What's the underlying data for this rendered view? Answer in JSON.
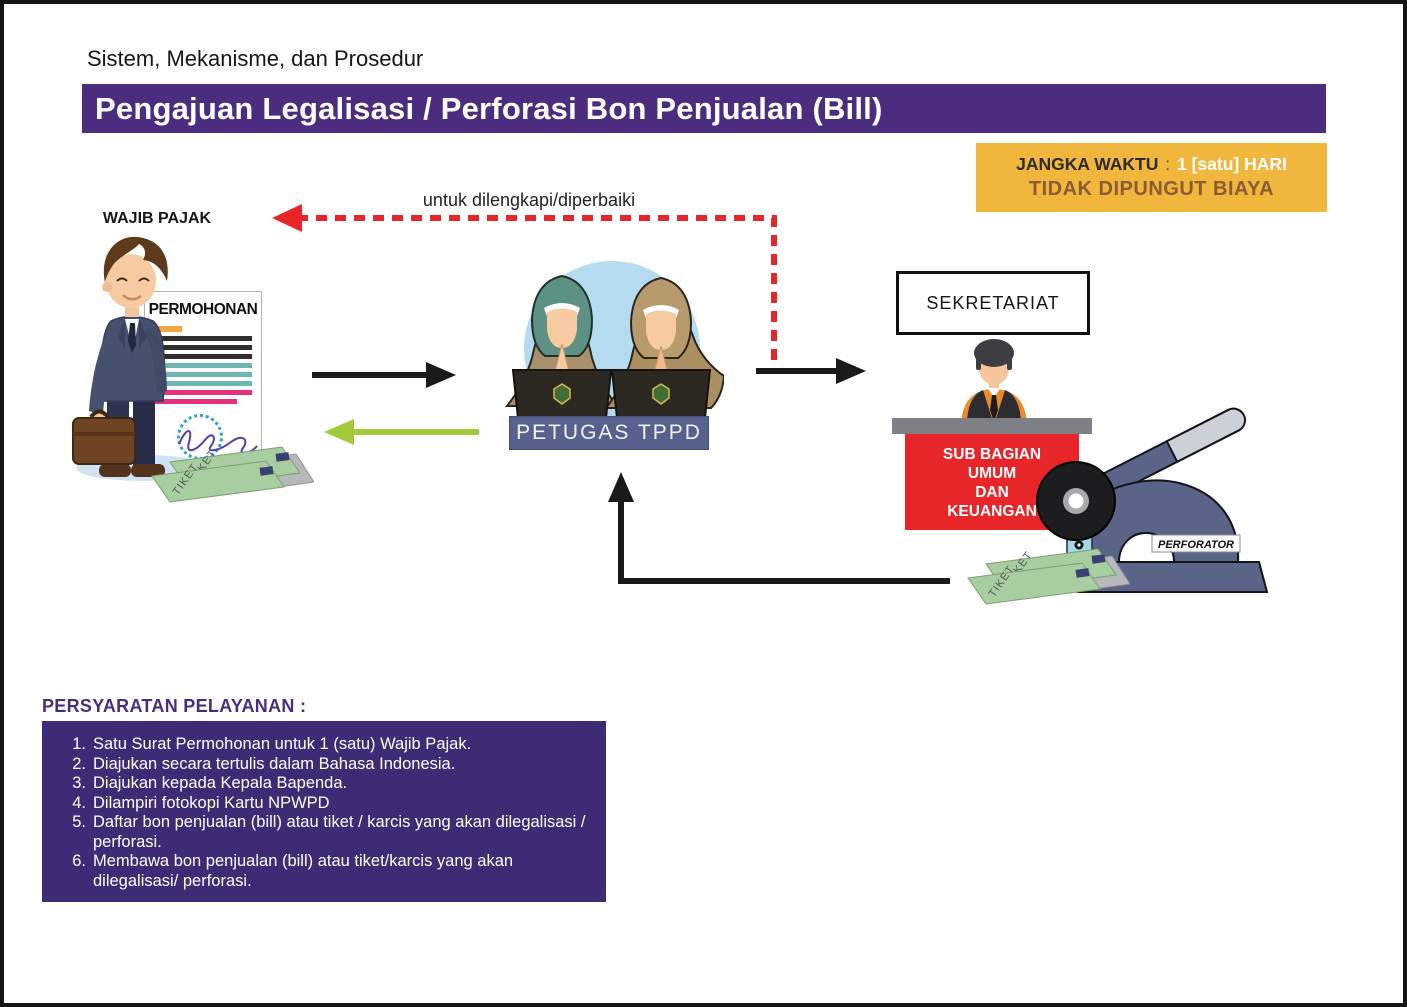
{
  "page": {
    "super_title": "Sistem, Mekanisme, dan Prosedur",
    "title": "Pengajuan Legalisasi / Perforasi Bon Penjualan (Bill)"
  },
  "info_box": {
    "line1_label": "JANGKA WAKTU",
    "line1_separator": ":",
    "line1_value": "1 [satu] HARI",
    "line2": "TIDAK DIPUNGUT BIAYA"
  },
  "flow": {
    "taxpayer_label": "WAJIB PAJAK",
    "document_title": "PERMOHONAN",
    "ticket_label": "TIKET",
    "return_note": "untuk dilengkapi/diperbaiki",
    "officer_label": "PETUGAS TPPD",
    "secretariat_label": "SEKRETARIAT",
    "desk_lines": [
      "SUB BAGIAN",
      "UMUM",
      "DAN",
      "KEUANGAN"
    ],
    "perforator_label": "PERFORATOR"
  },
  "requirements": {
    "heading": "PERSYARATAN PELAYANAN :",
    "items": [
      {
        "num": "1.",
        "text": "Satu Surat Permohonan untuk 1 (satu) Wajib Pajak."
      },
      {
        "num": "2.",
        "text": "Diajukan secara tertulis dalam Bahasa Indonesia."
      },
      {
        "num": "3.",
        "text": "Diajukan kepada Kepala Bapenda."
      },
      {
        "num": "4.",
        "text": "Dilampiri fotokopi Kartu NPWPD"
      },
      {
        "num": "5.",
        "text": "Daftar bon penjualan (bill) atau tiket / karcis yang akan dilegalisasi / perforasi."
      },
      {
        "num": "6.",
        "text": "Membawa bon penjualan (bill) atau tiket/karcis yang akan dilegalisasi/ perforasi."
      }
    ]
  },
  "colors": {
    "purple_banner": "#4b2c7f",
    "purple_box": "#3f2a75",
    "purple_heading": "#4a2c7f",
    "yellow_bg": "#f1b63c",
    "brown_text": "#8a5c33",
    "red_accent": "#e8262a",
    "green_accent": "#a2c83b",
    "slate_banner": "#56618e",
    "slate_machine": "#5a6488",
    "light_blue": "#b5dbf0",
    "desk_gray": "#7d8084",
    "ticket_green": "#a8cda1"
  }
}
